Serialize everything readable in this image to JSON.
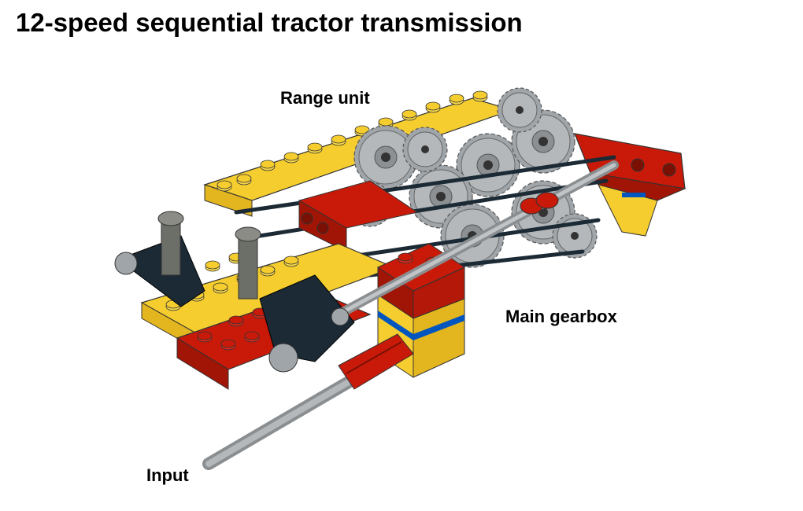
{
  "title": "12-speed sequential tractor transmission",
  "labels": {
    "range_unit": "Range unit",
    "main_gearbox": "Main gearbox",
    "input": "Input"
  },
  "colors": {
    "yellow": "#f5cd2f",
    "red": "#c91a09",
    "black": "#1b2a34",
    "gray": "#a0a5a9",
    "dark_gray": "#6c6e68",
    "blue": "#0055bf"
  }
}
